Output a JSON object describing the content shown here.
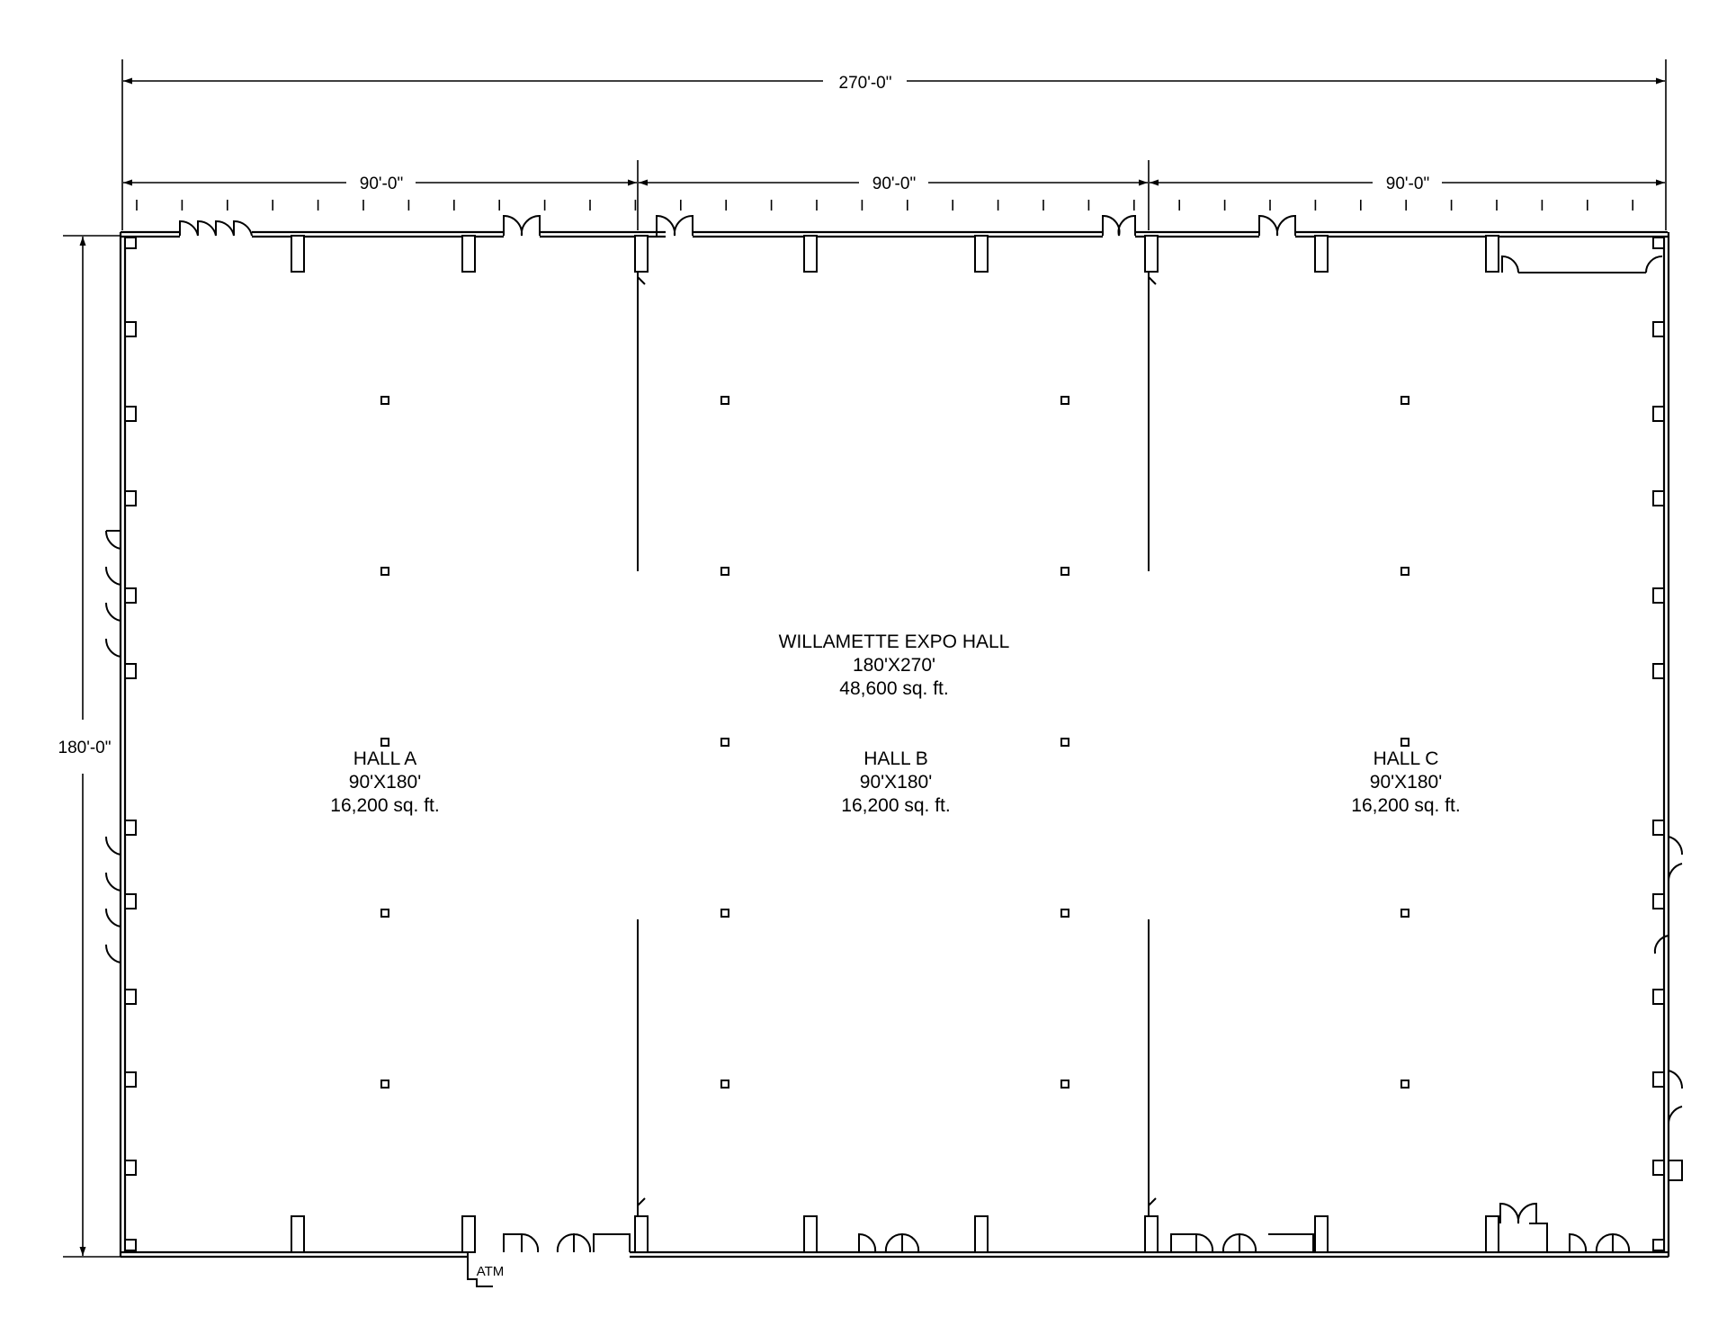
{
  "dimensions": {
    "overall_width": "270'-0\"",
    "bay_a": "90'-0\"",
    "bay_b": "90'-0\"",
    "bay_c": "90'-0\"",
    "overall_depth": "180'-0\""
  },
  "main_hall": {
    "name": "WILLAMETTE EXPO HALL",
    "size": "180'X270'",
    "area": "48,600 sq. ft."
  },
  "halls": [
    {
      "name": "HALL A",
      "size": "90'X180'",
      "area": "16,200 sq. ft."
    },
    {
      "name": "HALL B",
      "size": "90'X180'",
      "area": "16,200 sq. ft."
    },
    {
      "name": "HALL C",
      "size": "90'X180'",
      "area": "16,200 sq. ft."
    }
  ],
  "amenities": {
    "atm": "ATM"
  }
}
